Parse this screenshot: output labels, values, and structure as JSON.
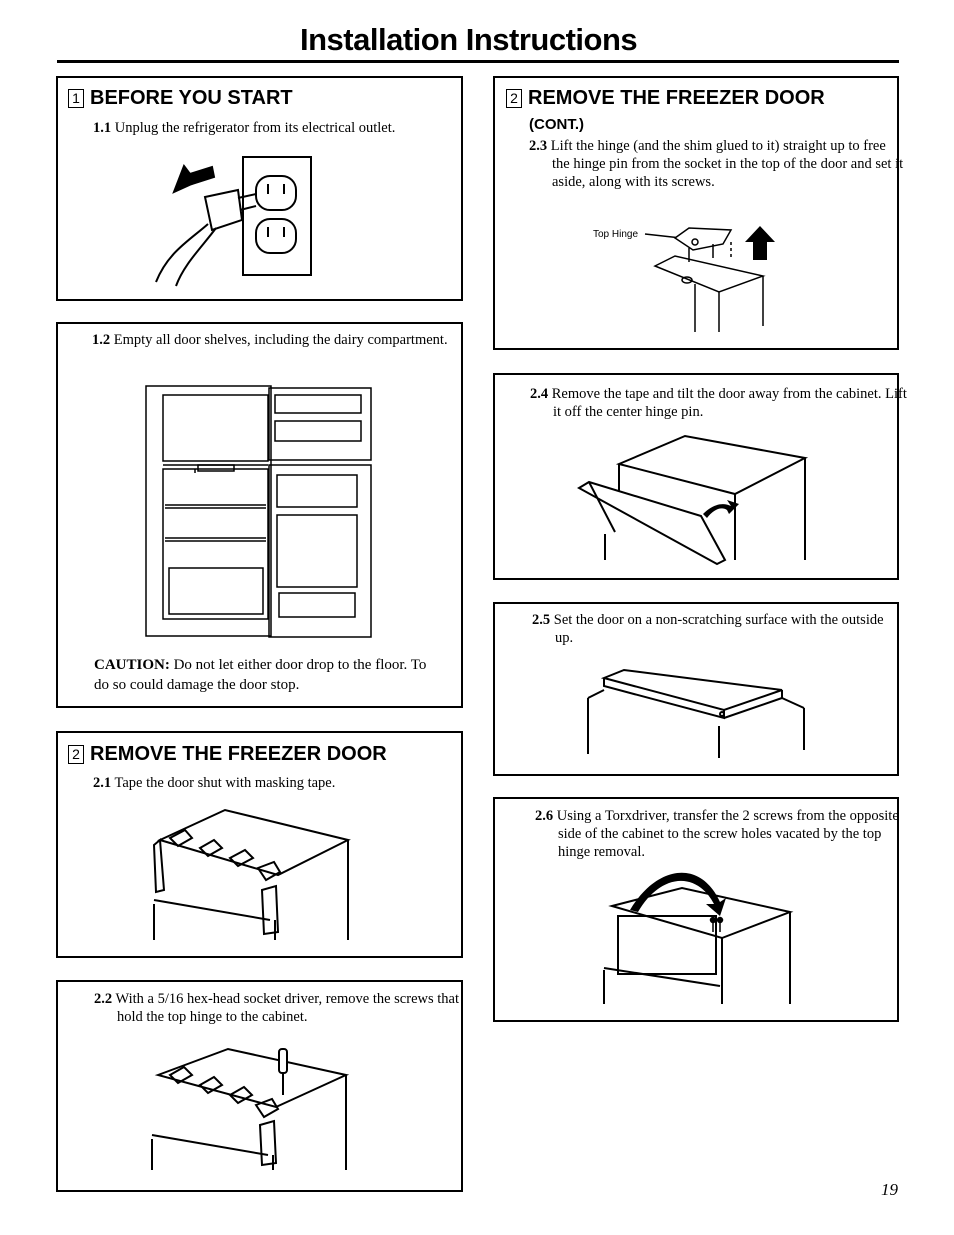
{
  "page": {
    "title": "Installation Instructions",
    "page_number": "19"
  },
  "section1": {
    "number": "1",
    "heading": "BEFORE YOU START",
    "step_1_1": {
      "num": "1.1",
      "text": "Unplug the refrigerator from its electrical outlet."
    },
    "step_1_2": {
      "num": "1.2",
      "text": "Empty all door shelves, including the dairy compartment."
    },
    "caution": {
      "label": "CAUTION:",
      "text": "Do not let either door drop to the floor. To do so could damage the door stop."
    }
  },
  "section2": {
    "number": "2",
    "heading": "REMOVE THE FREEZER DOOR",
    "cont": "(CONT.)",
    "step_2_1": {
      "num": "2.1",
      "text": "Tape the door shut with masking tape."
    },
    "step_2_2": {
      "num": "2.2",
      "text": "With a 5/16   hex-head socket driver, remove the screws that hold the top hinge to the cabinet."
    },
    "step_2_3": {
      "num": "2.3",
      "text": "Lift the hinge (and the shim glued to it) straight up to free the hinge pin from the socket in the top of the door and set it aside, along with its screws."
    },
    "top_hinge_label": "Top Hinge",
    "step_2_4": {
      "num": "2.4",
      "text": "Remove the tape and tilt the door away from the cabinet. Lift it off the center hinge pin."
    },
    "step_2_5": {
      "num": "2.5",
      "text": "Set the door on a non-scratching surface with the outside up."
    },
    "step_2_6": {
      "num": "2.6",
      "text": "Using a Torxdriver, transfer the 2 screws from the opposite side of the cabinet to the screw holes vacated by the top hinge removal."
    }
  },
  "icons": [
    "power-plug-icon",
    "wall-outlet-icon",
    "refrigerator-open-icon",
    "masking-tape-icon",
    "screwdriver-icon",
    "top-hinge-icon",
    "arrow-up-icon",
    "curved-arrow-icon",
    "screw-icon"
  ]
}
